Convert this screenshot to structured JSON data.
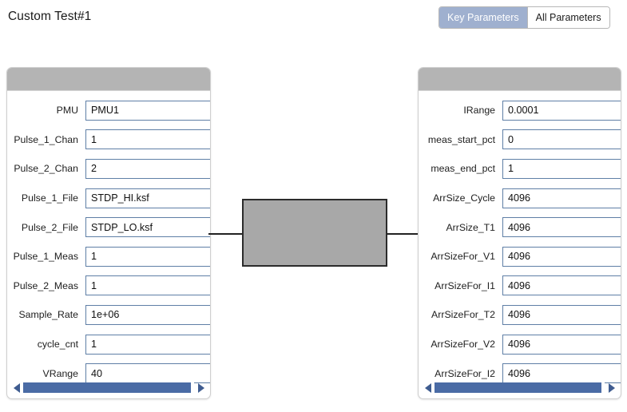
{
  "header": {
    "title": "Custom Test#1",
    "toggle": {
      "options": [
        {
          "label": "Key Parameters",
          "selected": true
        },
        {
          "label": "All Parameters",
          "selected": false
        }
      ],
      "selected_color": "#9fb0cf"
    }
  },
  "colors": {
    "panel_header": "#b4b4b4",
    "input_border": "#5f7fa6",
    "scroll_thumb": "#4a6ba5",
    "scroll_arrow": "#3f5c90",
    "device_fill": "#a8a8a8",
    "device_stroke": "#2b2b2b"
  },
  "left_panel": {
    "fields": [
      {
        "label": "PMU",
        "value": "PMU1"
      },
      {
        "label": "Pulse_1_Chan",
        "value": "1"
      },
      {
        "label": "Pulse_2_Chan",
        "value": "2"
      },
      {
        "label": "Pulse_1_File",
        "value": "STDP_HI.ksf"
      },
      {
        "label": "Pulse_2_File",
        "value": "STDP_LO.ksf"
      },
      {
        "label": "Pulse_1_Meas",
        "value": "1"
      },
      {
        "label": "Pulse_2_Meas",
        "value": "1"
      },
      {
        "label": "Sample_Rate",
        "value": "1e+06"
      },
      {
        "label": "cycle_cnt",
        "value": "1"
      },
      {
        "label": "VRange",
        "value": "40"
      }
    ],
    "scrollbar": {
      "left_arrow": "◀",
      "right_arrow": "▶",
      "thumb_percent": 98
    }
  },
  "right_panel": {
    "fields": [
      {
        "label": "IRange",
        "value": "0.0001"
      },
      {
        "label": "meas_start_pct",
        "value": "0"
      },
      {
        "label": "meas_end_pct",
        "value": "1"
      },
      {
        "label": "ArrSize_Cycle",
        "value": "4096"
      },
      {
        "label": "ArrSize_T1",
        "value": "4096"
      },
      {
        "label": "ArrSizeFor_V1",
        "value": "4096"
      },
      {
        "label": "ArrSizeFor_I1",
        "value": "4096"
      },
      {
        "label": "ArrSizeFor_T2",
        "value": "4096"
      },
      {
        "label": "ArrSizeFor_V2",
        "value": "4096"
      },
      {
        "label": "ArrSizeFor_I2",
        "value": "4096"
      }
    ],
    "scrollbar": {
      "left_arrow": "◀",
      "right_arrow": "▶",
      "thumb_percent": 98
    }
  },
  "device": {
    "name": "device-under-test-symbol",
    "lead_left": "terminal-lead-left",
    "lead_right": "terminal-lead-right"
  }
}
